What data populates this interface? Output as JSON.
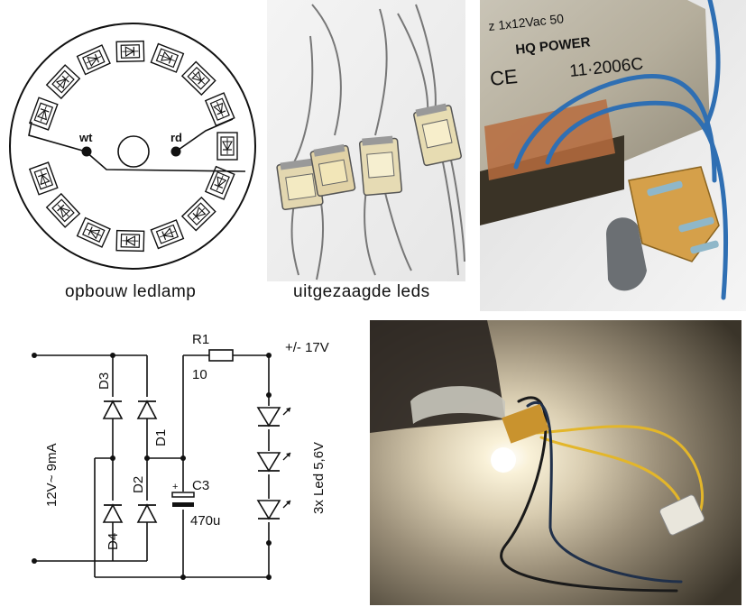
{
  "ring_diagram": {
    "caption": "opbouw ledlamp",
    "label_wt": "wt",
    "label_rd": "rd"
  },
  "leds_photo": {
    "caption": "uitgezaagde leds"
  },
  "transformer_photo": {
    "label_spec": "z 1x12Vac 50",
    "label_brand": "HQ POWER",
    "label_ce": "CE",
    "label_code": "11·2006C"
  },
  "schematic": {
    "input_label": "12V~ 9mA",
    "d1": "D1",
    "d2": "D2",
    "d3": "D3",
    "d4": "D4",
    "r1": "R1",
    "r1_value": "10",
    "c3": "C3",
    "c3_value": "470u",
    "c3_plus": "+",
    "output_label": "+/- 17V",
    "led_label": "3x Led 5,6V"
  },
  "lit_photo": {}
}
